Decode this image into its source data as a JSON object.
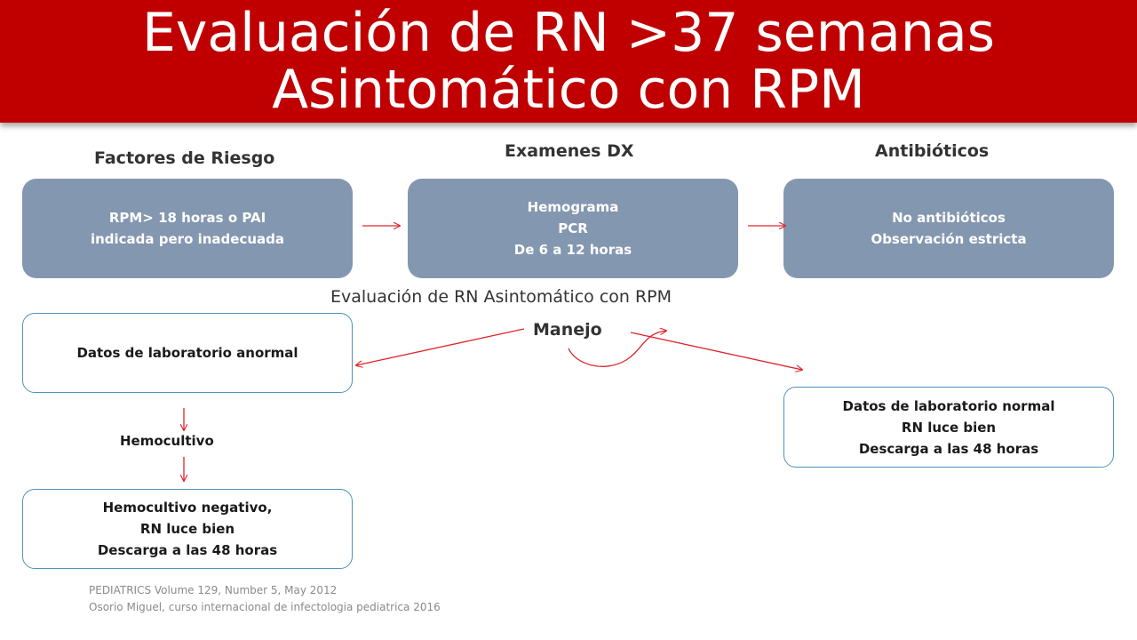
{
  "title": {
    "line1": "Evaluación de RN >37 semanas",
    "line2": "Asintomático con RPM"
  },
  "sections": {
    "risk_factors": "Factores de Riesgo",
    "dx_exams": "Examenes DX",
    "antibiotics": "Antibióticos"
  },
  "steps": {
    "risk": [
      "RPM> 18 horas o PAI",
      "indicada pero inadecuada"
    ],
    "exams": [
      "Hemograma",
      "PCR",
      "De 6 a 12 horas"
    ],
    "antibiotics": [
      "No antibióticos",
      "Observación estricta"
    ]
  },
  "subtitle": "Evaluación de RN Asintomático con RPM",
  "management_label": "Manejo",
  "outcomes": {
    "abnormal": [
      "Datos de laboratorio anormal"
    ],
    "blood_culture_label": "Hemocultivo",
    "negative": [
      "Hemocultivo negativo,",
      "RN luce bien",
      "Descarga a las 48 horas"
    ],
    "normal": [
      "Datos de laboratorio normal",
      "RN luce bien",
      "Descarga a las 48 horas"
    ]
  },
  "footer": {
    "line1": "PEDIATRICS Volume 129, Number 5, May 2012",
    "line2": "Osorio Miguel, curso internacional de infectologia pediatrica 2016"
  },
  "colors": {
    "title_bg": "#c00000",
    "step_box": "#8497b0",
    "outcome_border": "#4f93b8",
    "arrow": "#e0242c"
  }
}
